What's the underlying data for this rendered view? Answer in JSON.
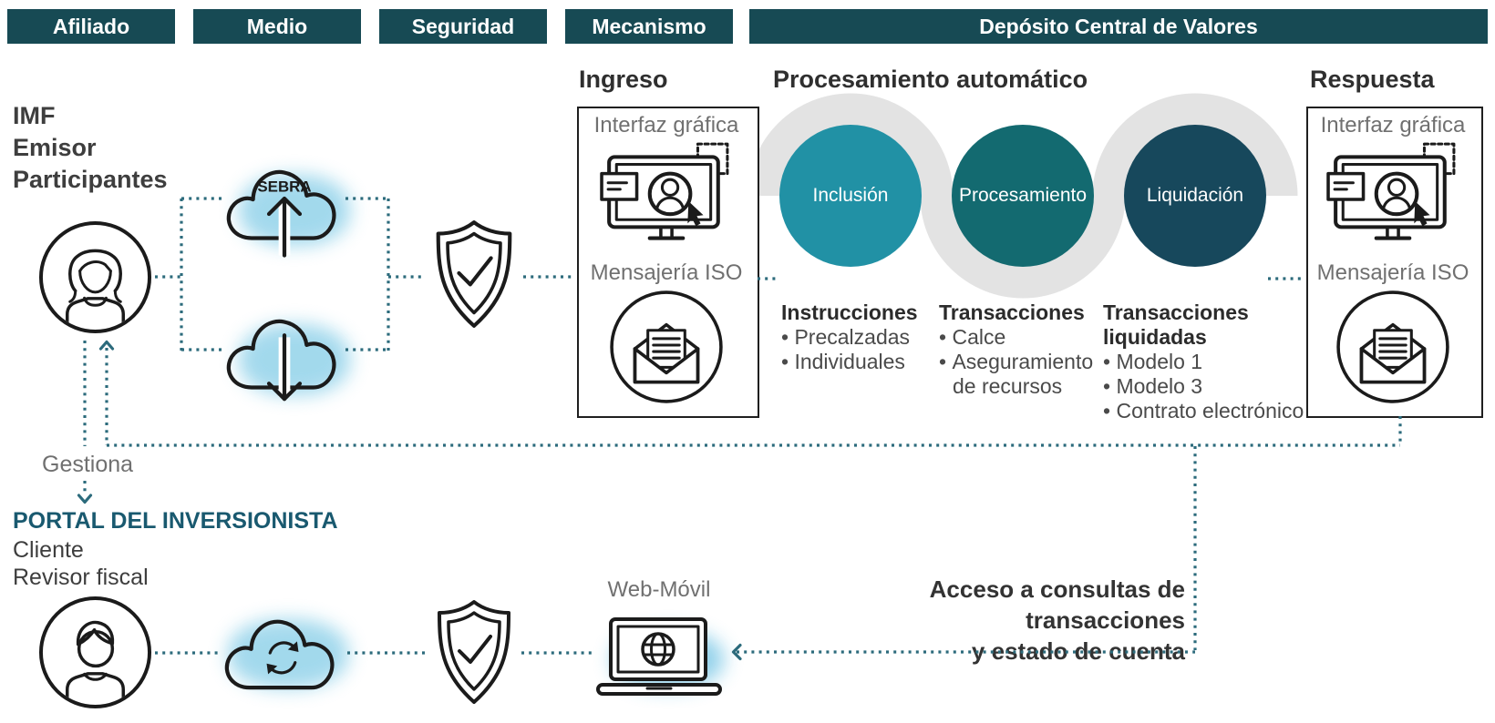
{
  "palette": {
    "header_bg": "#174a54",
    "dotted_line": "#2c6b7c",
    "wave_gray": "#e3e3e3",
    "glow_blue": "#9ed7ec",
    "portal_teal": "#19596f",
    "text_dark": "#2f2f2f",
    "text_gray": "#707070"
  },
  "header": {
    "columns": [
      {
        "label": "Afiliado"
      },
      {
        "label": "Medio"
      },
      {
        "label": "Seguridad"
      },
      {
        "label": "Mecanismo"
      },
      {
        "label": "Depósito Central de Valores"
      }
    ]
  },
  "afiliado": {
    "lines": [
      "IMF",
      "Emisor",
      "Participantes"
    ],
    "manages_label": "Gestiona"
  },
  "medio": {
    "sebra_label": "SEBRA"
  },
  "ingreso": {
    "title": "Ingreso",
    "gui_label": "Interfaz gráfica",
    "iso_label": "Mensajería ISO"
  },
  "procesamiento": {
    "title": "Procesamiento automático",
    "steps": [
      {
        "label": "Inclusión",
        "color": "#2191a5",
        "detail_title": "Instrucciones",
        "bullets": [
          "Precalzadas",
          "Individuales"
        ]
      },
      {
        "label": "Procesamiento",
        "color": "#136a70",
        "detail_title": "Transacciones",
        "bullets": [
          "Calce",
          "Aseguramiento de recursos"
        ]
      },
      {
        "label": "Liquidación",
        "color": "#17485c",
        "detail_title": "Transacciones liquidadas",
        "bullets": [
          "Modelo 1",
          "Modelo 3",
          "Contrato electrónico"
        ]
      }
    ]
  },
  "respuesta": {
    "title": "Respuesta",
    "gui_label": "Interfaz gráfica",
    "iso_label": "Mensajería ISO"
  },
  "portal": {
    "title": "PORTAL DEL INVERSIONISTA",
    "users": [
      "Cliente",
      "Revisor fiscal"
    ],
    "web_movil_label": "Web-Móvil",
    "access_line1": "Acceso a consultas de transacciones",
    "access_line2": "y estado de cuenta"
  }
}
